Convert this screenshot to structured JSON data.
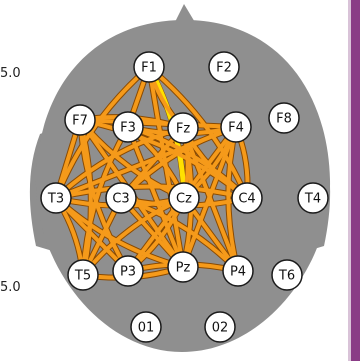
{
  "axis_labels": {
    "top": "5.0",
    "bottom": "5.0"
  },
  "colors": {
    "head": "#8f8f8f",
    "connection": "#f59a1a",
    "connection_outline": "#8a4a00",
    "connection_strong": "#ffe000",
    "electrode_fill": "#ffffff",
    "electrode_stroke": "#1a1a1a",
    "side_bar": "#8a3c86"
  },
  "electrodes": [
    {
      "id": "F1",
      "label": "F1"
    },
    {
      "id": "F2",
      "label": "F2"
    },
    {
      "id": "F7",
      "label": "F7"
    },
    {
      "id": "F3",
      "label": "F3"
    },
    {
      "id": "Fz",
      "label": "Fz"
    },
    {
      "id": "F4",
      "label": "F4"
    },
    {
      "id": "F8",
      "label": "F8"
    },
    {
      "id": "T3",
      "label": "T3"
    },
    {
      "id": "C3",
      "label": "C3"
    },
    {
      "id": "Cz",
      "label": "Cz"
    },
    {
      "id": "C4",
      "label": "C4"
    },
    {
      "id": "T4",
      "label": "T4"
    },
    {
      "id": "T5",
      "label": "T5"
    },
    {
      "id": "P3",
      "label": "P3"
    },
    {
      "id": "Pz",
      "label": "Pz"
    },
    {
      "id": "P4",
      "label": "P4"
    },
    {
      "id": "T6",
      "label": "T6"
    },
    {
      "id": "O1",
      "label": "01"
    },
    {
      "id": "O2",
      "label": "02"
    }
  ],
  "connections": [
    [
      "F1",
      "Cz",
      true
    ],
    [
      "F1",
      "F3",
      false
    ],
    [
      "F1",
      "Fz",
      false
    ],
    [
      "F1",
      "C4",
      false
    ],
    [
      "F1",
      "Pz",
      false
    ],
    [
      "F1",
      "T3",
      false
    ],
    [
      "F7",
      "Fz",
      false
    ],
    [
      "F7",
      "F4",
      false
    ],
    [
      "F7",
      "Cz",
      false
    ],
    [
      "F7",
      "C4",
      false
    ],
    [
      "F7",
      "Pz",
      false
    ],
    [
      "F7",
      "P3",
      false
    ],
    [
      "F7",
      "T5",
      false
    ],
    [
      "F7",
      "T3",
      false
    ],
    [
      "F3",
      "F4",
      false
    ],
    [
      "F3",
      "Cz",
      false
    ],
    [
      "F3",
      "Pz",
      false
    ],
    [
      "F3",
      "T5",
      false
    ],
    [
      "F3",
      "C4",
      false
    ],
    [
      "Fz",
      "C3",
      false
    ],
    [
      "Fz",
      "T3",
      false
    ],
    [
      "Fz",
      "Pz",
      false
    ],
    [
      "Fz",
      "P4",
      false
    ],
    [
      "Fz",
      "C4",
      false
    ],
    [
      "Fz",
      "Cz",
      false
    ],
    [
      "F4",
      "T3",
      false
    ],
    [
      "F4",
      "C3",
      false
    ],
    [
      "F4",
      "Cz",
      false
    ],
    [
      "F4",
      "Pz",
      false
    ],
    [
      "F4",
      "P4",
      false
    ],
    [
      "F4",
      "C4",
      false
    ],
    [
      "F4",
      "P3",
      false
    ],
    [
      "T3",
      "Cz",
      false
    ],
    [
      "T3",
      "C4",
      false
    ],
    [
      "T3",
      "P3",
      false
    ],
    [
      "T3",
      "Pz",
      false
    ],
    [
      "T3",
      "T5",
      false
    ],
    [
      "C3",
      "Pz",
      false
    ],
    [
      "C3",
      "C4",
      false
    ],
    [
      "C3",
      "P4",
      false
    ],
    [
      "C3",
      "T5",
      false
    ],
    [
      "Cz",
      "T5",
      false
    ],
    [
      "Cz",
      "P3",
      false
    ],
    [
      "Cz",
      "P4",
      false
    ],
    [
      "T5",
      "Pz",
      false
    ],
    [
      "P3",
      "P4",
      false
    ]
  ]
}
